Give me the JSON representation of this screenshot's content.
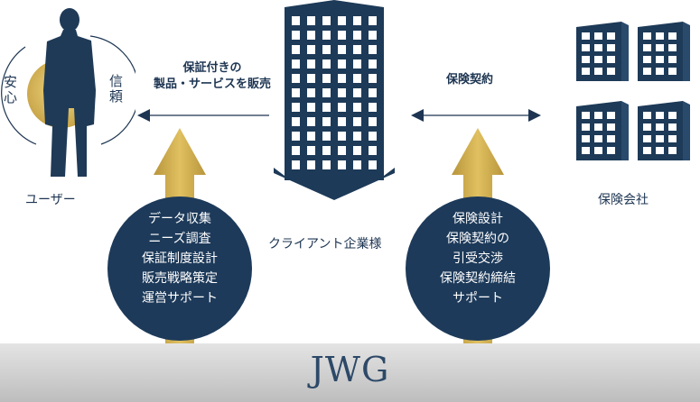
{
  "user": {
    "label": "ユーザー",
    "left_text": "安心",
    "right_text": "信頼"
  },
  "client": {
    "label": "クライアント企業様"
  },
  "insurer": {
    "label": "保険会社"
  },
  "arrows": {
    "to_user": {
      "line1": "保証付きの",
      "line2": "製品・サービスを販売"
    },
    "to_insurer": {
      "label": "保険契約"
    }
  },
  "left_circle": {
    "items": [
      "データ収集",
      "ニーズ調査",
      "保証制度設計",
      "販売戦略策定",
      "運営サポート"
    ]
  },
  "right_circle": {
    "items": [
      "保険設計",
      "保険契約の",
      "引受交渉",
      "保険契約締結",
      "サポート"
    ]
  },
  "footer": {
    "brand": "JWG"
  },
  "colors": {
    "navy": "#1a3a5c",
    "gold": "#c8a84a",
    "band": "#cfcfcf"
  }
}
